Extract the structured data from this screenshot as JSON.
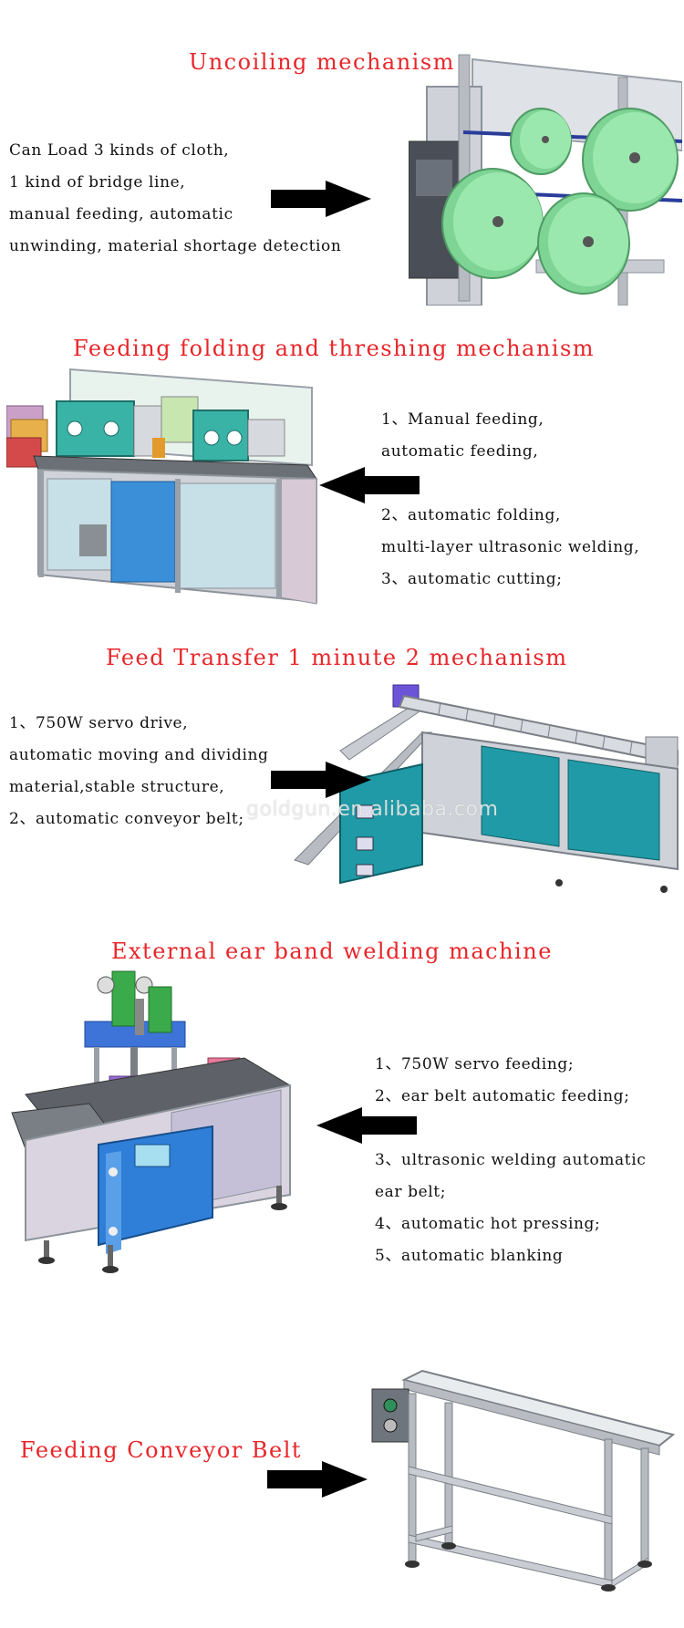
{
  "sections": [
    {
      "title": "Uncoiling mechanism",
      "lines": [
        "Can Load 3 kinds of cloth,",
        "1 kind of bridge line,",
        "manual feeding, automatic",
        "unwinding, material shortage detection"
      ]
    },
    {
      "title": "Feeding folding and threshing mechanism",
      "lines": [
        "1、Manual feeding,",
        "automatic feeding,",
        "2、automatic folding,",
        "multi-layer ultrasonic welding,",
        "3、automatic cutting;"
      ]
    },
    {
      "title": "Feed Transfer 1 minute 2 mechanism",
      "lines": [
        "1、750W servo drive,",
        "automatic moving and dividing",
        "material,stable structure,",
        "2、automatic conveyor belt;"
      ]
    },
    {
      "title": "External ear band welding machine",
      "lines": [
        "1、750W servo feeding;",
        "2、ear belt automatic feeding;",
        "3、ultrasonic welding automatic",
        "ear belt;",
        "4、automatic hot pressing;",
        "5、automatic blanking"
      ]
    },
    {
      "title": "Feeding Conveyor Belt",
      "lines": []
    }
  ],
  "watermark": "goldgun.en.alibaba.com",
  "colors": {
    "title": "#e8262a",
    "roll_green": "#8fe0a4",
    "machine_teal": "#1f9aa6",
    "frame_gray": "#b8bcc2",
    "arrow": "#000000"
  }
}
